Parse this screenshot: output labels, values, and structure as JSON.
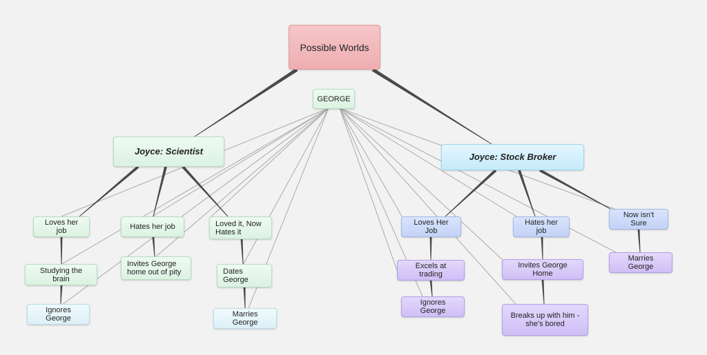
{
  "diagram": {
    "root": "Possible Worlds",
    "george": "GEORGE",
    "scientist": {
      "title": "Joyce: Scientist",
      "loves_job": "Loves her job",
      "hates_job": "Hates her job",
      "loved_now_hates": "Loved it, Now Hates it",
      "studying_brain": "Studying the brain",
      "invites_pity": "Invites George home out of pity",
      "dates_george": "Dates George",
      "ignores_george": "Ignores George",
      "marries_george": "Marries George"
    },
    "broker": {
      "title": "Joyce: Stock Broker",
      "loves_job": "Loves Her Job",
      "hates_job": "Hates her job",
      "not_sure": "Now isn't Sure",
      "excels_trading": "Excels at trading",
      "invites_home": "Invites George Home",
      "marries_george": "Marries George",
      "ignores_george": "Ignores George",
      "breaks_up": "Breaks up with him - she's bored"
    }
  }
}
